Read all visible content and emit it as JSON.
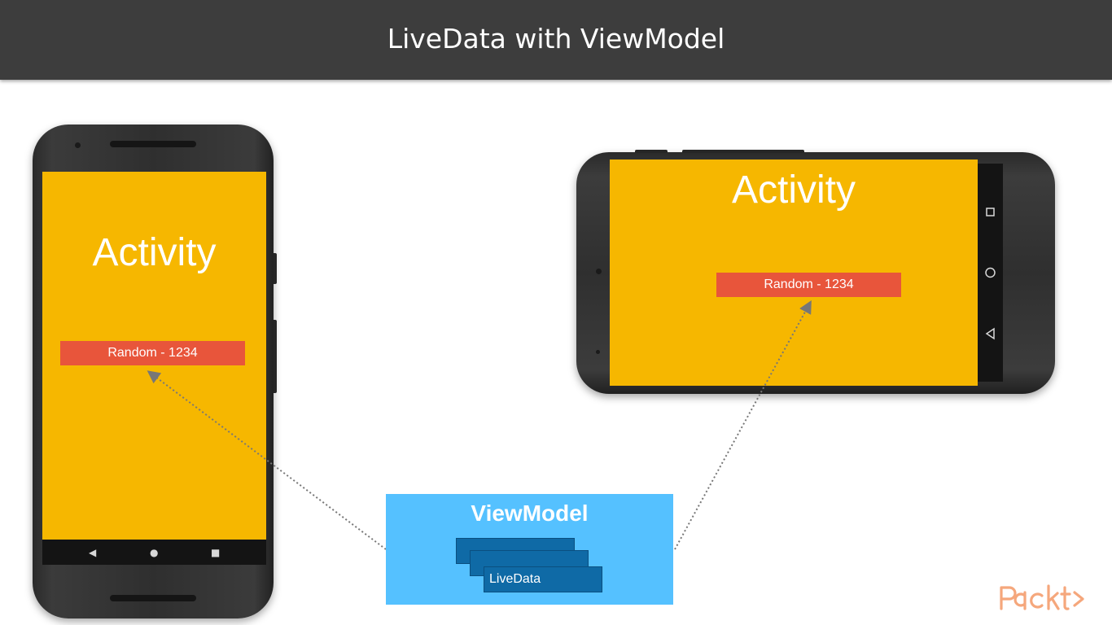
{
  "slide": {
    "title": "LiveData with ViewModel"
  },
  "portrait_phone": {
    "activity_label": "Activity",
    "random_text": "Random - 1234",
    "nav_icons": [
      "back-triangle-icon",
      "home-circle-icon",
      "recents-square-icon"
    ],
    "nav_glyphs": [
      "◀",
      "●",
      "■"
    ]
  },
  "landscape_phone": {
    "activity_label": "Activity",
    "random_text": "Random - 1234",
    "nav_icons": [
      "recents-square-icon",
      "home-circle-icon",
      "back-triangle-icon"
    ]
  },
  "viewmodel": {
    "title": "ViewModel",
    "livedata_label": "LiveData"
  },
  "logo": {
    "text": "Packt>"
  },
  "colors": {
    "header_bg": "#3d3d3d",
    "activity_bg": "#f6b700",
    "random_box": "#e8553b",
    "viewmodel_bg": "#55c1ff",
    "livedata_card": "#0f6aa6",
    "logo": "#f5a77c"
  }
}
